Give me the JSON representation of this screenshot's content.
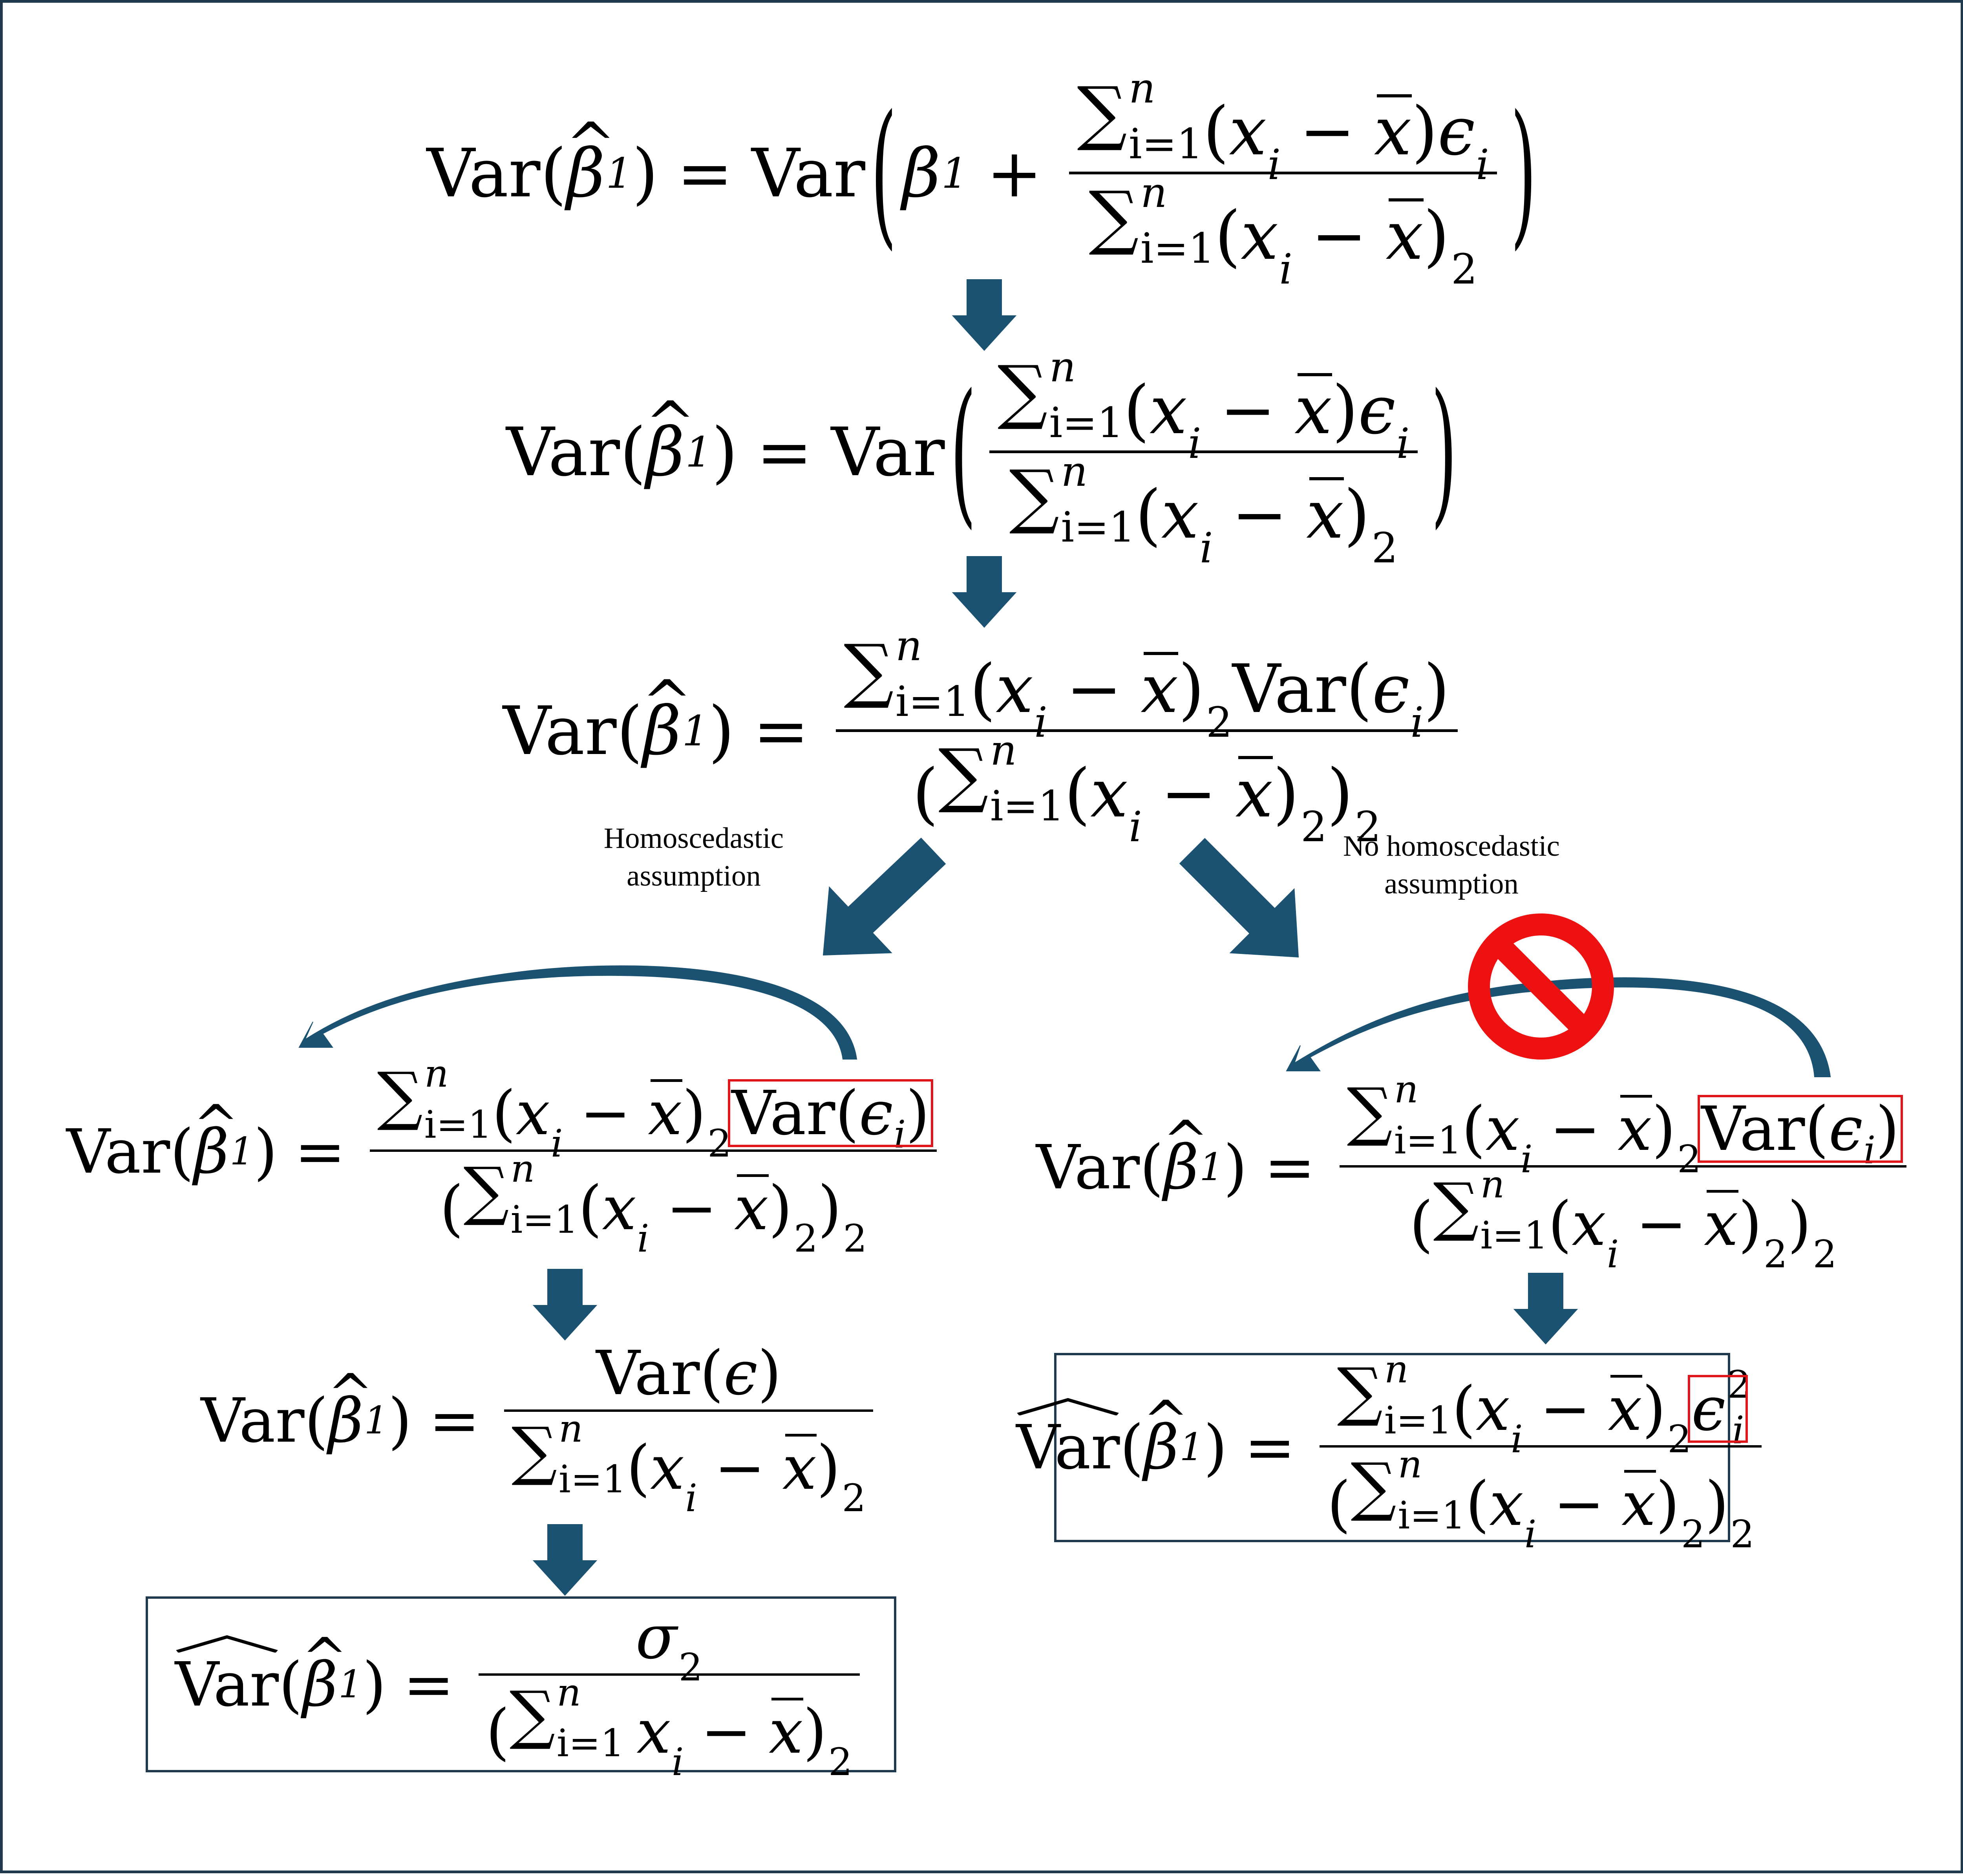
{
  "colors": {
    "arrow": "#1b5272",
    "frame": "#1f3a4f",
    "highlight": "#e0161a",
    "no_sign": "#ee1111"
  },
  "math": {
    "var": "Var",
    "beta": "β",
    "one": "1",
    "sum": "∑",
    "idx": "i=1",
    "n": "n",
    "x": "x",
    "i": "i",
    "xbar": "x",
    "minus": "−",
    "plus": "+",
    "eq": "=",
    "eps": "ϵ",
    "sq": "2",
    "sigma": "σ",
    "lp": "(",
    "rp": ")"
  },
  "labels": {
    "left_branch": [
      "Homoscedastic",
      "assumption"
    ],
    "right_branch": [
      "No homoscedastic",
      "assumption"
    ]
  },
  "icons": {
    "down": "arrow-down-icon",
    "diag_left": "arrow-down-left-icon",
    "diag_right": "arrow-down-right-icon",
    "curved": "curved-arrow-icon",
    "prohibited": "no-entry-icon"
  }
}
